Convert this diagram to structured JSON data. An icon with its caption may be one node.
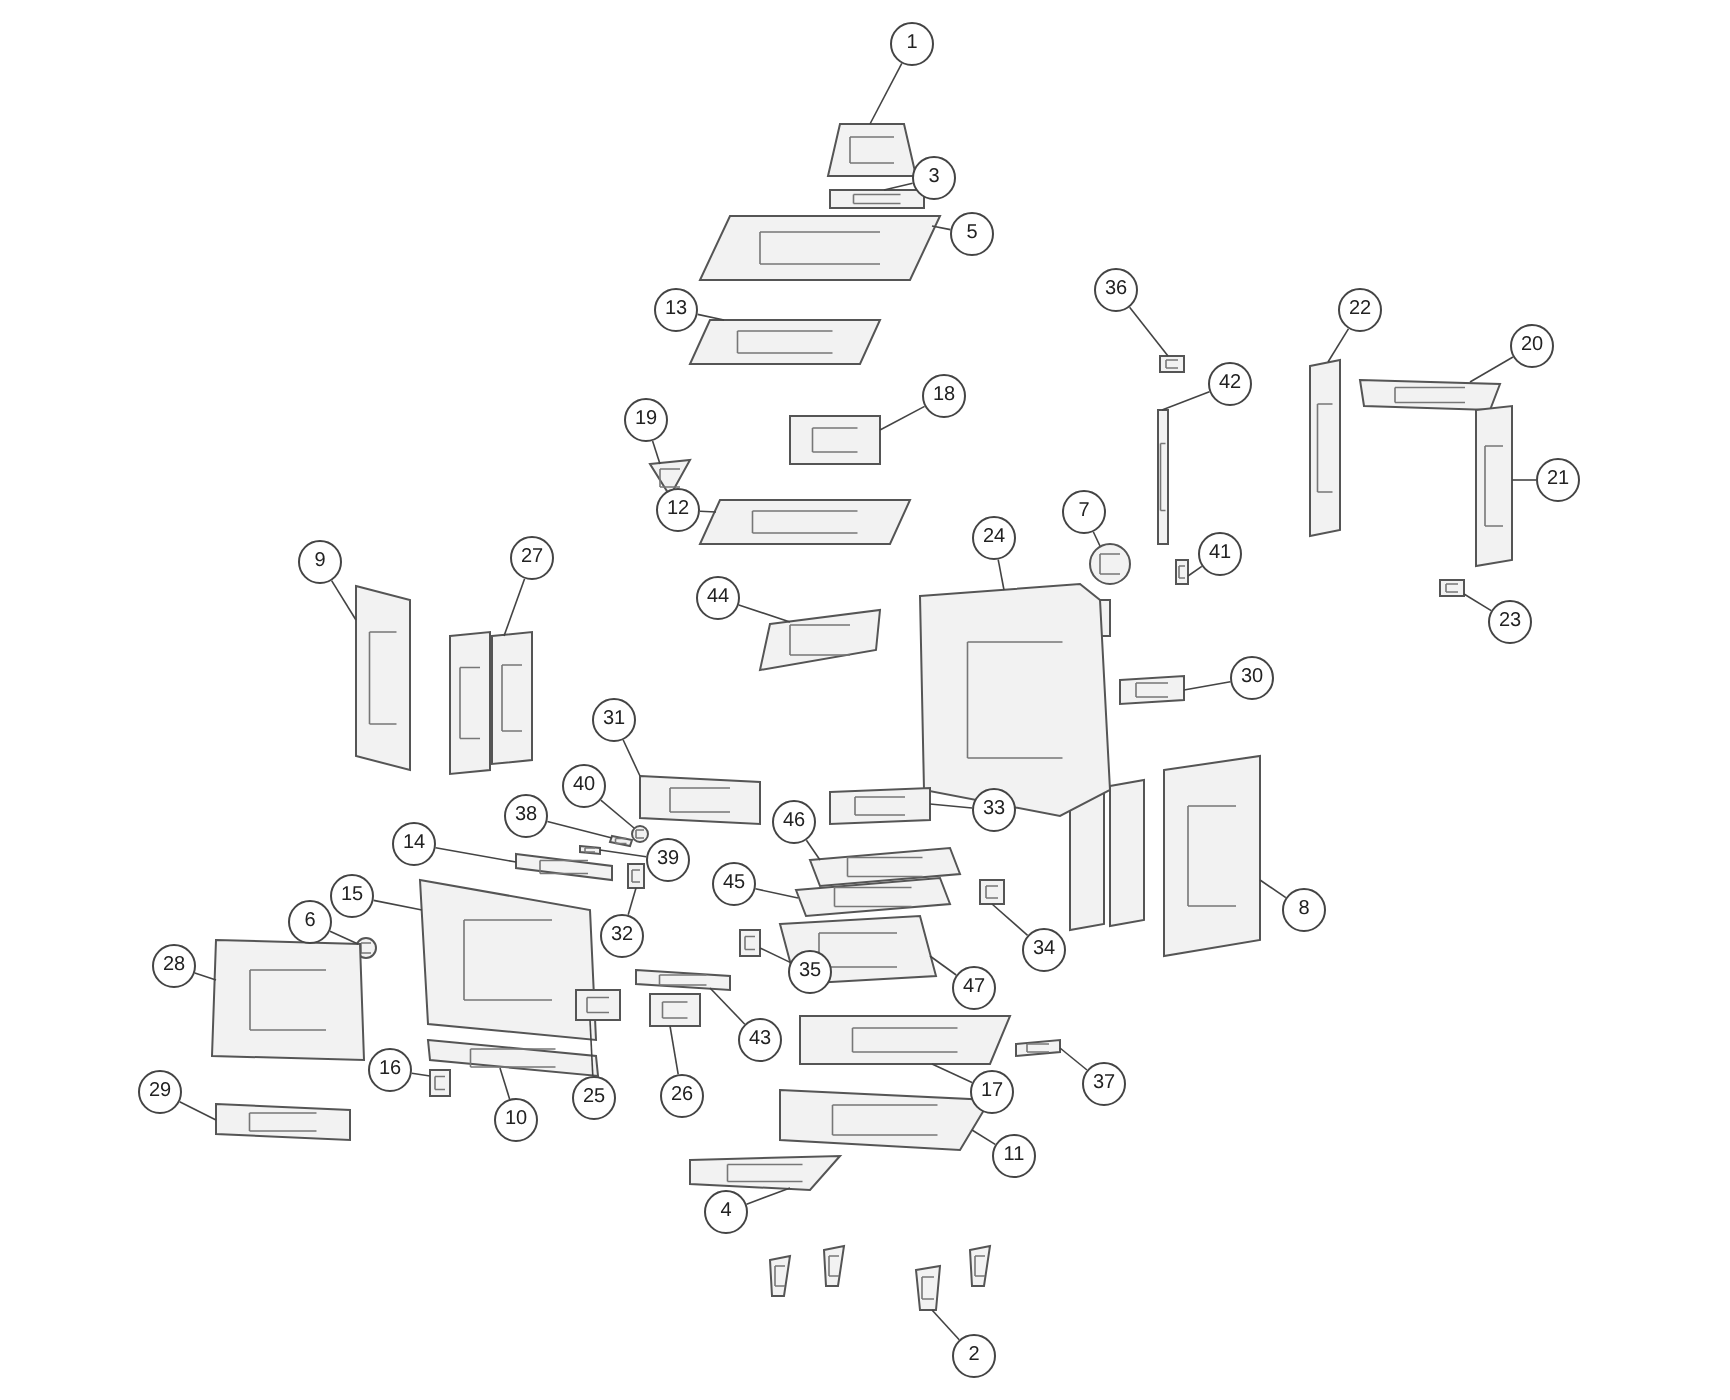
{
  "diagram": {
    "nodes": [
      {
        "text": [
          "1"
        ]
      },
      {
        "text": [
          "3"
        ]
      },
      {
        "text": [
          "5"
        ]
      },
      {
        "text": [
          "36"
        ]
      },
      {
        "text": [
          "13"
        ]
      },
      {
        "text": [
          "22"
        ]
      },
      {
        "text": [
          "20"
        ]
      },
      {
        "text": [
          "42"
        ]
      },
      {
        "text": [
          "18"
        ]
      },
      {
        "text": [
          "19"
        ]
      },
      {
        "text": [
          "21"
        ]
      },
      {
        "text": [
          "12"
        ]
      },
      {
        "text": [
          "7"
        ]
      },
      {
        "text": [
          "24"
        ]
      },
      {
        "text": [
          "41"
        ]
      },
      {
        "text": [
          "27"
        ]
      },
      {
        "text": [
          "9"
        ]
      },
      {
        "text": [
          "44"
        ]
      },
      {
        "text": [
          "23"
        ]
      },
      {
        "text": [
          "30"
        ]
      },
      {
        "text": [
          "31"
        ]
      },
      {
        "text": [
          "40"
        ]
      },
      {
        "text": [
          "33"
        ]
      },
      {
        "text": [
          "38"
        ]
      },
      {
        "text": [
          "46"
        ]
      },
      {
        "text": [
          "14"
        ]
      },
      {
        "text": [
          "39"
        ]
      },
      {
        "text": [
          "45"
        ]
      },
      {
        "text": [
          "15"
        ]
      },
      {
        "text": [
          "8"
        ]
      },
      {
        "text": [
          "6"
        ]
      },
      {
        "text": [
          "32"
        ]
      },
      {
        "text": [
          "34"
        ]
      },
      {
        "text": [
          "28"
        ]
      },
      {
        "text": [
          "35"
        ]
      },
      {
        "text": [
          "47"
        ]
      },
      {
        "text": [
          "43"
        ]
      },
      {
        "text": [
          "16"
        ]
      },
      {
        "text": [
          "37"
        ]
      },
      {
        "text": [
          "17"
        ]
      },
      {
        "text": [
          "29"
        ]
      },
      {
        "text": [
          "26"
        ]
      },
      {
        "text": [
          "25"
        ]
      },
      {
        "text": [
          "10"
        ]
      },
      {
        "text": [
          "11"
        ]
      },
      {
        "text": [
          "4"
        ]
      },
      {
        "text": [
          "2"
        ]
      },
      {
        "text": [],
        "shape": "picture"
      },
      {
        "text": [],
        "shape": "picture"
      },
      {
        "text": [],
        "shape": "picture"
      },
      {
        "text": [],
        "shape": "picture"
      },
      {
        "text": [],
        "shape": "picture"
      },
      {
        "text": [],
        "shape": "picture"
      },
      {
        "text": [],
        "shape": "picture"
      },
      {
        "text": [],
        "shape": "picture"
      },
      {
        "text": [],
        "shape": "picture"
      },
      {
        "text": [],
        "shape": "picture"
      },
      {
        "text": [],
        "shape": "picture"
      },
      {
        "text": [],
        "shape": "picture"
      },
      {
        "text": [],
        "shape": "picture"
      },
      {
        "text": [],
        "shape": "picture"
      },
      {
        "text": [],
        "shape": "picture"
      },
      {
        "text": [],
        "shape": "picture"
      },
      {
        "text": [],
        "shape": "picture"
      },
      {
        "text": [],
        "shape": "picture"
      },
      {
        "text": [],
        "shape": "picture"
      },
      {
        "text": [],
        "shape": "picture"
      },
      {
        "text": [],
        "shape": "picture"
      },
      {
        "text": [],
        "shape": "picture"
      },
      {
        "text": [],
        "shape": "picture"
      },
      {
        "text": [],
        "shape": "picture"
      },
      {
        "text": [],
        "shape": "picture"
      },
      {
        "text": [],
        "shape": "picture"
      },
      {
        "text": [],
        "shape": "picture"
      },
      {
        "text": [],
        "shape": "picture"
      },
      {
        "text": [],
        "shape": "picture"
      },
      {
        "text": [],
        "shape": "picture"
      },
      {
        "text": [],
        "shape": "picture"
      },
      {
        "text": [],
        "shape": "picture"
      },
      {
        "text": [],
        "shape": "picture"
      },
      {
        "text": [],
        "shape": "picture"
      },
      {
        "text": [],
        "shape": "picture"
      },
      {
        "text": [],
        "shape": "picture"
      },
      {
        "text": [],
        "shape": "picture"
      },
      {
        "text": [],
        "shape": "picture"
      },
      {
        "text": [],
        "shape": "picture"
      },
      {
        "text": [],
        "shape": "picture"
      },
      {
        "text": [],
        "shape": "picture"
      },
      {
        "text": [],
        "shape": "picture"
      },
      {
        "text": [],
        "shape": "picture"
      },
      {
        "text": [],
        "shape": "picture"
      },
      {
        "text": [],
        "shape": "picture"
      },
      {
        "text": [],
        "shape": "picture"
      },
      {
        "text": [],
        "shape": "picture"
      }
    ],
    "edges": [
      {
        "from": 0,
        "to": 47,
        "arrow": "none"
      },
      {
        "from": 1,
        "to": 48,
        "arrow": "none"
      },
      {
        "from": 2,
        "to": 49,
        "arrow": "none"
      },
      {
        "from": 3,
        "to": 50,
        "arrow": "none"
      },
      {
        "from": 4,
        "to": 51,
        "arrow": "none"
      },
      {
        "from": 5,
        "to": 52,
        "arrow": "none"
      },
      {
        "from": 6,
        "to": 53,
        "arrow": "none"
      },
      {
        "from": 7,
        "to": 54,
        "arrow": "none"
      },
      {
        "from": 8,
        "to": 55,
        "arrow": "none"
      },
      {
        "from": 9,
        "to": 56,
        "arrow": "none"
      },
      {
        "from": 10,
        "to": 57,
        "arrow": "none"
      },
      {
        "from": 11,
        "to": 58,
        "arrow": "none"
      },
      {
        "from": 12,
        "to": 59,
        "arrow": "none"
      },
      {
        "from": 13,
        "to": 60,
        "arrow": "none"
      },
      {
        "from": 14,
        "to": 61,
        "arrow": "none"
      },
      {
        "from": 15,
        "to": 62,
        "arrow": "none"
      },
      {
        "from": 16,
        "to": 63,
        "arrow": "none"
      },
      {
        "from": 17,
        "to": 64,
        "arrow": "none"
      },
      {
        "from": 18,
        "to": 65,
        "arrow": "none"
      },
      {
        "from": 19,
        "to": 66,
        "arrow": "none"
      },
      {
        "from": 20,
        "to": 67,
        "arrow": "none"
      },
      {
        "from": 21,
        "to": 68,
        "arrow": "none"
      },
      {
        "from": 22,
        "to": 69,
        "arrow": "none"
      },
      {
        "from": 23,
        "to": 70,
        "arrow": "none"
      },
      {
        "from": 24,
        "to": 71,
        "arrow": "none"
      },
      {
        "from": 25,
        "to": 72,
        "arrow": "none"
      },
      {
        "from": 26,
        "to": 73,
        "arrow": "none"
      },
      {
        "from": 27,
        "to": 74,
        "arrow": "none"
      },
      {
        "from": 28,
        "to": 75,
        "arrow": "none"
      },
      {
        "from": 29,
        "to": 76,
        "arrow": "none"
      },
      {
        "from": 30,
        "to": 77,
        "arrow": "none"
      },
      {
        "from": 31,
        "to": 78,
        "arrow": "none"
      },
      {
        "from": 32,
        "to": 79,
        "arrow": "none"
      },
      {
        "from": 33,
        "to": 80,
        "arrow": "none"
      },
      {
        "from": 34,
        "to": 81,
        "arrow": "none"
      },
      {
        "from": 35,
        "to": 82,
        "arrow": "none"
      },
      {
        "from": 36,
        "to": 83,
        "arrow": "none"
      },
      {
        "from": 37,
        "to": 84,
        "arrow": "none"
      },
      {
        "from": 38,
        "to": 85,
        "arrow": "none"
      },
      {
        "from": 39,
        "to": 86,
        "arrow": "none"
      },
      {
        "from": 40,
        "to": 87,
        "arrow": "none"
      },
      {
        "from": 41,
        "to": 88,
        "arrow": "none"
      },
      {
        "from": 42,
        "to": 89,
        "arrow": "none"
      },
      {
        "from": 43,
        "to": 90,
        "arrow": "none"
      },
      {
        "from": 44,
        "to": 91,
        "arrow": "none"
      },
      {
        "from": 45,
        "to": 92,
        "arrow": "none"
      },
      {
        "from": 46,
        "to": 93,
        "arrow": "none"
      }
    ]
  }
}
